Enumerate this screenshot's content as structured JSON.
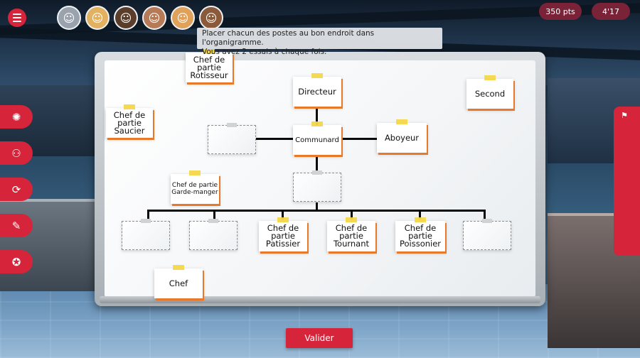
{
  "score": "350 pts",
  "timer": "4'17",
  "instruction": {
    "line1": "Placer chacun des postes au bon endroit dans l'organigramme.",
    "line2": "Vous avez 2 essais à chaque fois."
  },
  "avatars": [
    {
      "icon": "person-gray-hair-icon",
      "color": "#9aa3ad"
    },
    {
      "icon": "person-bun-hair-icon",
      "color": "#e2b261"
    },
    {
      "icon": "person-dark-skin-icon",
      "color": "#5a3e2b"
    },
    {
      "icon": "person-headband-icon",
      "color": "#b77a56"
    },
    {
      "icon": "person-sunglasses-icon",
      "color": "#e0a15a"
    },
    {
      "icon": "person-beard-icon",
      "color": "#8a5a3a"
    }
  ],
  "cards": {
    "rotisseur": [
      "Chef de",
      "partie",
      "Rotisseur"
    ],
    "saucier": [
      "Chef de",
      "partie",
      "Saucier"
    ],
    "directeur": "Directeur",
    "second": "Second",
    "communard": "Communard",
    "aboyeur": "Aboyeur",
    "garde_manger": [
      "Chef de partie",
      "Garde-manger"
    ],
    "patissier": [
      "Chef de",
      "partie",
      "Patissier"
    ],
    "tournant": [
      "Chef de",
      "partie",
      "Tournant"
    ],
    "poissonier": [
      "Chef de",
      "partie",
      "Poissonier"
    ],
    "chef": "Chef"
  },
  "button": "Valider",
  "colors": {
    "accent": "#d6243a",
    "pill": "#7a2238",
    "card_shadow": "#e8792a",
    "tape": "#f5d74a"
  }
}
